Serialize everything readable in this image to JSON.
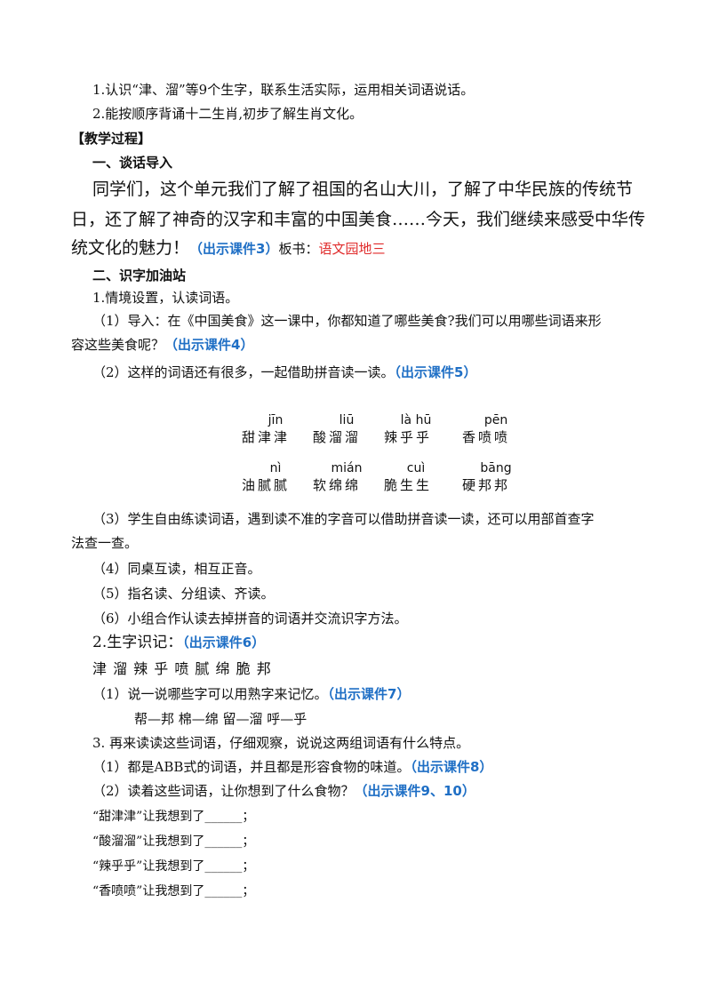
{
  "goals": [
    "1.认识“津、溜”等9个生字，联系生活实际，运用相关词语说话。",
    "2.能按顺序背诵十二生肖,初步了解生肖文化。"
  ],
  "process_header": "【教学过程】",
  "section1": {
    "heading": "一、谈话导入",
    "para_line1": "同学们，这个单元我们了解了祖国的名山大川，了解了中华民族的传统节",
    "para_line2": "日，还了解了神奇的汉字和丰富的中国美食……今天，我们继续来感受中华传",
    "para_line3_text": "统文化的魅力！",
    "para_line3_courseware": "（出示课件3）",
    "board_label": "板书：",
    "board_text": "语文园地三"
  },
  "section2": {
    "heading": "二、识字加油站",
    "item1": "1.情境设置，认读词语。",
    "sub1_line1": "（1）导入：在《中国美食》这一课中，你都知道了哪些美食?我们可以用哪些词语来形",
    "sub1_line2_text": "容这些美食呢？",
    "sub1_line2_courseware": "（出示课件4）",
    "sub2_text": "（2）这样的词语还有很多，一起借助拼音读一读。",
    "sub2_courseware": "（出示课件5）",
    "words_row1": [
      {
        "pinyin": "jīn",
        "word": "甜津津"
      },
      {
        "pinyin": "liū",
        "word": "酸溜溜"
      },
      {
        "pinyin": "là hū",
        "word": "辣乎乎"
      },
      {
        "pinyin": "pēn",
        "word": "香喷喷"
      }
    ],
    "words_row2": [
      {
        "pinyin": "nì",
        "word": "油腻腻"
      },
      {
        "pinyin": "mián",
        "word": "软绵绵"
      },
      {
        "pinyin": "cuì",
        "word": "脆生生"
      },
      {
        "pinyin": "bāng",
        "word": "硬邦邦"
      }
    ],
    "sub3_line1": "（3）学生自由练读词语，遇到读不准的字音可以借助拼音读一读，还可以用部首查字",
    "sub3_line2": "法查一查。",
    "sub4": "（4）同桌互读，相互正音。",
    "sub5": "（5）指名读、分组读、齐读。",
    "sub6": "（6）小组合作认读去掉拼音的词语并交流识字方法。",
    "item2_text": "2.生字识记：",
    "item2_courseware": "（出示课件6）",
    "chars": "津  溜  辣  乎  喷  腻  绵  脆  邦",
    "item2_sub1_text": "（1）说一说哪些字可以用熟字来记忆。",
    "item2_sub1_courseware": "（出示课件7）",
    "pairs": "帮—邦    棉—绵    留—溜    呼—乎",
    "item3": "3. 再来读读这些词语，仔细观察，说说这两组词语有什么特点。",
    "item3_sub1_text": "（1）都是ABB式的词语，并且都是形容食物的味道。",
    "item3_sub1_courseware": "（出示课件8）",
    "item3_sub2_text": "（2）读着这些词语，让你想到了什么食物？",
    "item3_sub2_courseware": "（出示课件9、10）",
    "fills": [
      "“甜津津”让我想到了______；",
      "“酸溜溜”让我想到了______；",
      "“辣乎乎”让我想到了______；",
      "“香喷喷”让我想到了______；"
    ]
  }
}
